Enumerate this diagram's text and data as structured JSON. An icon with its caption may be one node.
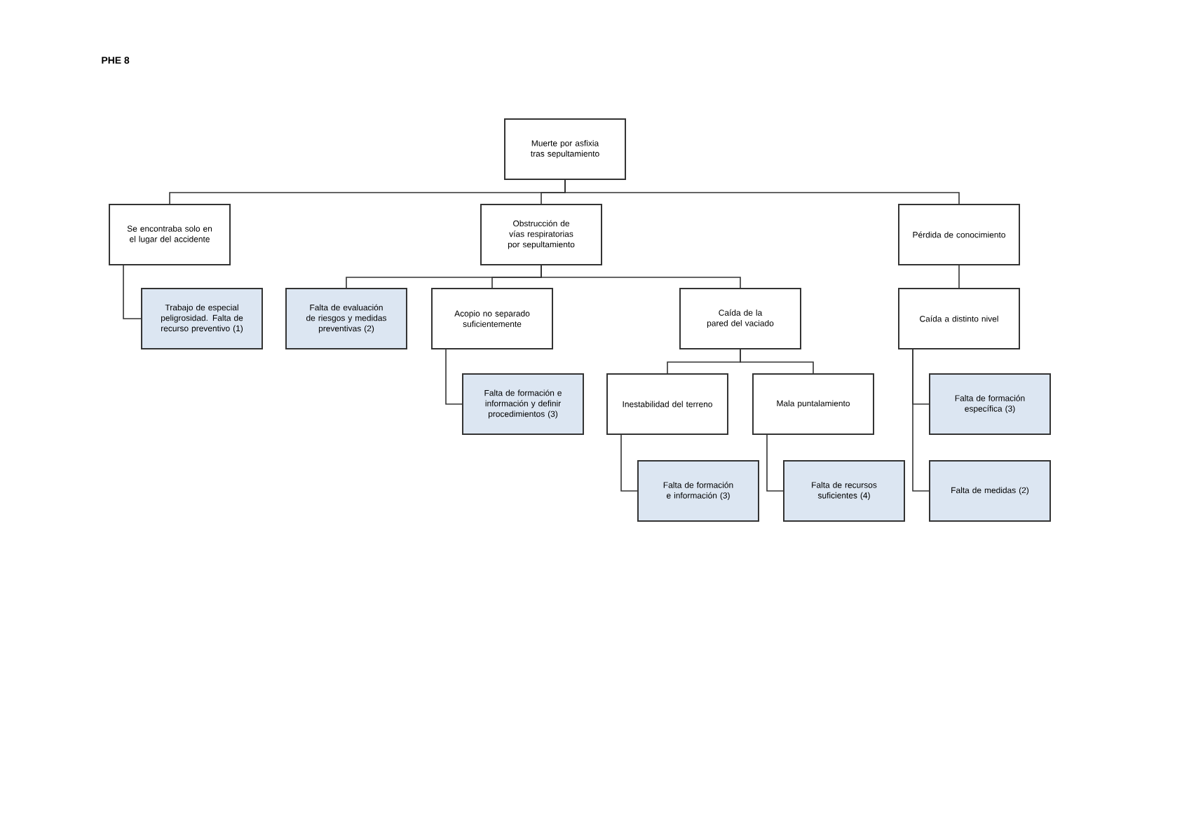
{
  "diagram": {
    "nodes": [
      {
        "text": [
          "Muerte por asfixia tras sepultamiento"
        ]
      },
      {
        "text": [
          "Se encontraba solo en el lugar del accidente"
        ]
      },
      {
        "text": [
          "Obstrucción de vías respiratorias por sepultamiento"
        ]
      },
      {
        "text": [
          "Pérdida de conocimiento"
        ]
      },
      {
        "text": [
          "Trabajo de especial peligrosidad. Falta de recurso preventivo (1)"
        ]
      },
      {
        "text": [
          "Falta de evaluación de riesgos y medidas preventivas (2)"
        ]
      },
      {
        "text": [
          "Acopio no separado suficientemente"
        ]
      },
      {
        "text": [
          "Caída de la pared del vaciado"
        ]
      },
      {
        "text": [
          "Caída a distinto nivel"
        ]
      },
      {
        "text": [
          "Falta de formación e información y definir procedimientos (3)"
        ]
      },
      {
        "text": [
          "Inestabilidad del terreno"
        ]
      },
      {
        "text": [
          "Mala puntalamiento"
        ]
      },
      {
        "text": [
          "Falta de formación específica (3)"
        ]
      },
      {
        "text": [
          "Falta de formación e información (3)"
        ]
      },
      {
        "text": [
          "Falta de recursos suficientes (4)"
        ]
      },
      {
        "text": [
          "Falta de medidas (2)"
        ]
      }
    ],
    "edges": [
      {
        "from": 0,
        "to": 1,
        "arrow": "none"
      },
      {
        "from": 0,
        "to": 2,
        "arrow": "none"
      },
      {
        "from": 0,
        "to": 3,
        "arrow": "none"
      },
      {
        "from": 1,
        "to": 4,
        "arrow": "none"
      },
      {
        "from": 2,
        "to": 5,
        "arrow": "none"
      },
      {
        "from": 2,
        "to": 6,
        "arrow": "none"
      },
      {
        "from": 2,
        "to": 7,
        "arrow": "none"
      },
      {
        "from": 3,
        "to": 8,
        "arrow": "none"
      },
      {
        "from": 6,
        "to": 9,
        "arrow": "none"
      },
      {
        "from": 7,
        "to": 10,
        "arrow": "none"
      },
      {
        "from": 7,
        "to": 11,
        "arrow": "none"
      },
      {
        "from": 8,
        "to": 12,
        "arrow": "none"
      },
      {
        "from": 8,
        "to": 15,
        "arrow": "none"
      },
      {
        "from": 10,
        "to": 13,
        "arrow": "none"
      },
      {
        "from": 11,
        "to": 14,
        "arrow": "none"
      }
    ],
    "labels": [
      "PHE 8"
    ]
  }
}
